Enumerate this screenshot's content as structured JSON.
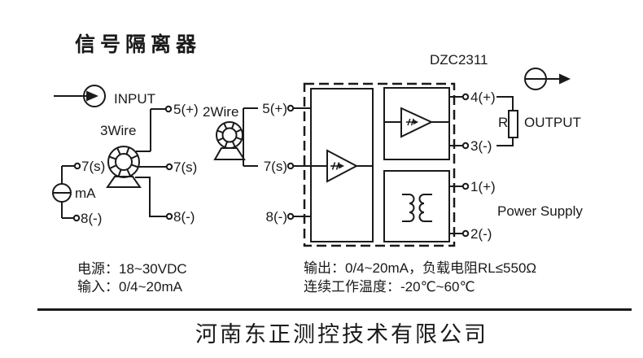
{
  "colors": {
    "ink": "#1a1a1a",
    "background": "#ffffff"
  },
  "header": {
    "title": "信号隔离器",
    "model": "DZC2311"
  },
  "labels": {
    "input": "INPUT",
    "output": "OUTPUT",
    "power_supply": "Power Supply",
    "three_wire": "3Wire",
    "two_wire": "2Wire",
    "milliamp": "mA",
    "load_resistor": "R"
  },
  "terminals": {
    "t5": "5(+)",
    "t7": "7(s)",
    "t8": "8(-)",
    "t4": "4(+)",
    "t3": "3(-)",
    "t1": "1(+)",
    "t2": "2(-)"
  },
  "specs": {
    "power": "电源：18~30VDC",
    "input": "输入：0/4~20mA",
    "output": "输出：0/4~20mA，负载电阻RL≤550Ω",
    "temperature": "连续工作温度：-20℃~60℃"
  },
  "footer": {
    "company": "河南东正测控技术有限公司"
  }
}
